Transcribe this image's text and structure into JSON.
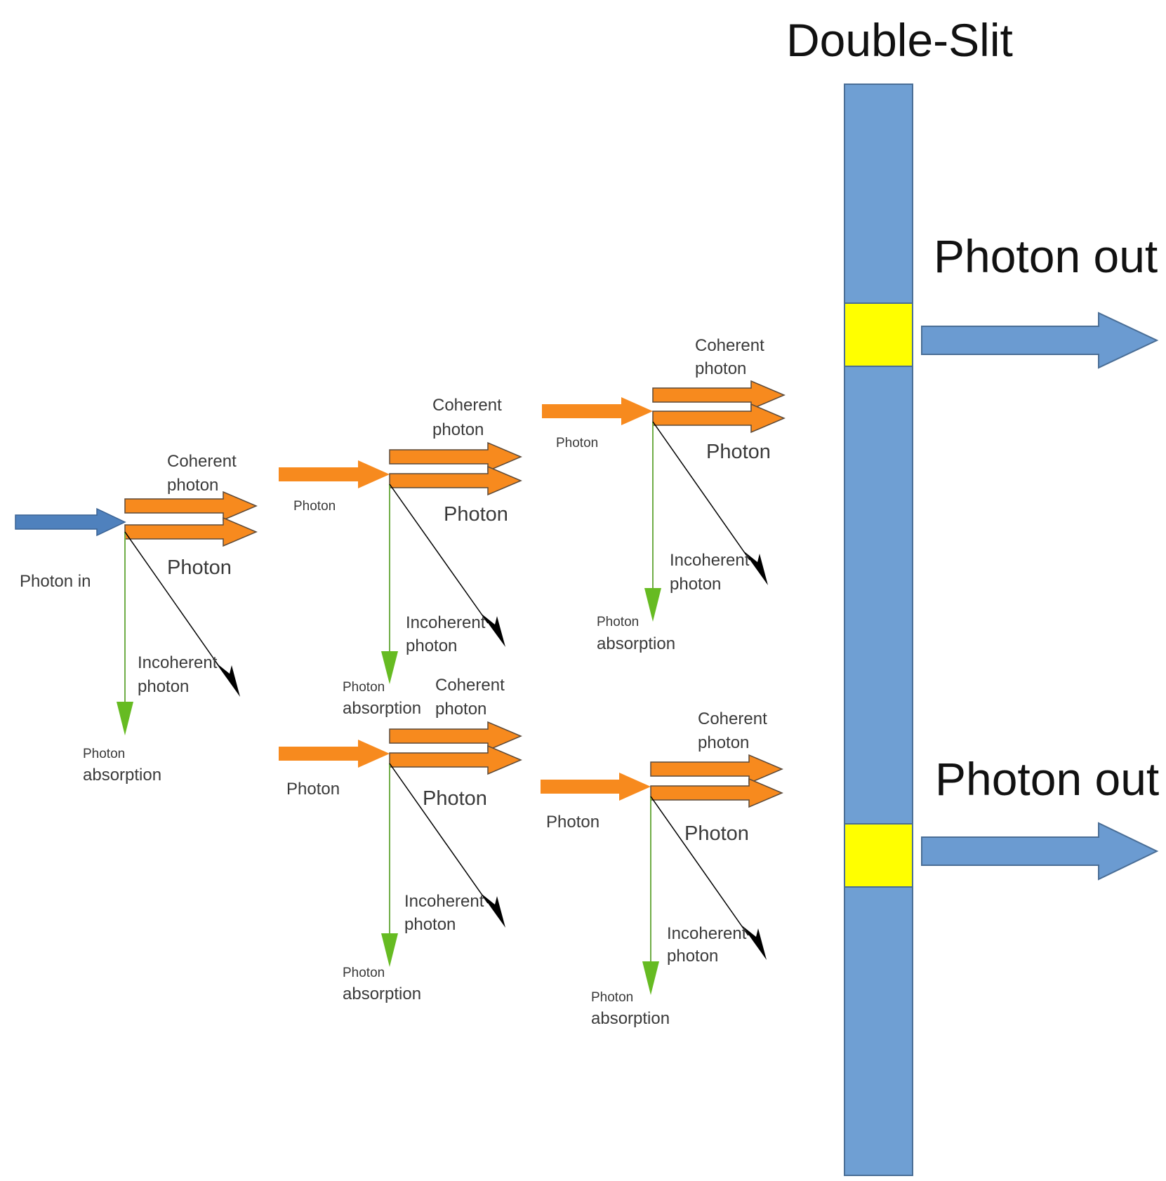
{
  "title": "Double-Slit",
  "photon_in": "Photon in",
  "photon_out": "Photon out",
  "photon": "Photon",
  "coherent_line1": "Coherent",
  "coherent_line2": "photon",
  "incoherent_line1": "Incoherent",
  "incoherent_line2": "photon",
  "absorption_line1": "Photon",
  "absorption_line2": "absorption",
  "colors": {
    "photon_in_arrow": "#4f81bd",
    "stimulated_arrow": "#f78a1e",
    "absorption_line": "#70ad47",
    "absorption_head": "#66bb22",
    "incoherent_arrow": "#000000",
    "slit_barrier": "#6f9fd3",
    "slit_opening": "#ffff00",
    "output_arrow": "#6b9bd1"
  }
}
